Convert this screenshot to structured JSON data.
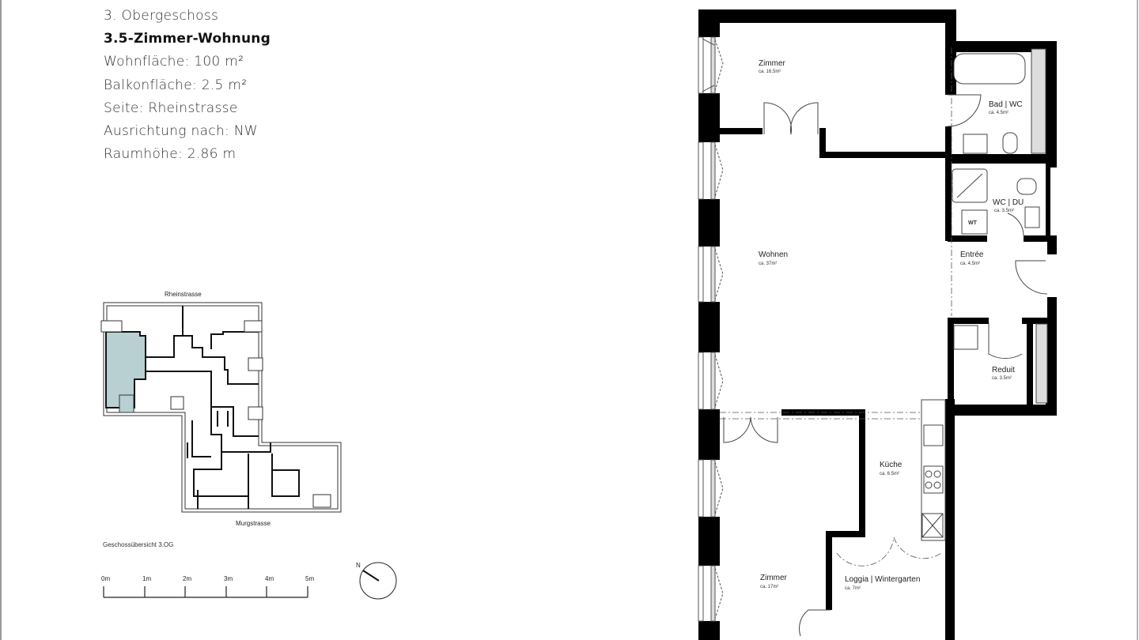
{
  "unit_info": {
    "floor": "3. Obergeschoss",
    "type": "3.5-Zimmer-Wohnung",
    "living_area": "Wohnfläche: 100 m²",
    "balcony_area": "Balkonfläche: 2.5 m²",
    "side": "Seite: Rheinstrasse",
    "orientation": "Ausrichtung nach: NW",
    "ceiling_height": "Raumhöhe: 2.86 m"
  },
  "overview": {
    "street_top": "Rheinstrasse",
    "street_bottom": "Murgstrasse",
    "caption": "Geschossübersicht 3.OG",
    "highlight_color": "#b9d0d3"
  },
  "scale_bar": {
    "ticks": [
      "0m",
      "1m",
      "2m",
      "3m",
      "4m",
      "5m"
    ]
  },
  "compass": {
    "north_label": "N"
  },
  "rooms": [
    {
      "name": "Zimmer",
      "area": "ca. 16.5m²"
    },
    {
      "name": "Bad | WC",
      "area": "ca. 4.5m²"
    },
    {
      "name": "WC | DU",
      "area": "ca. 3.5m²"
    },
    {
      "name": "Wohnen",
      "area": "ca. 37m²"
    },
    {
      "name": "Entrée",
      "area": "ca. 4.5m²"
    },
    {
      "name": "Reduit",
      "area": "ca. 3.5m²"
    },
    {
      "name": "Küche",
      "area": "ca. 6.5m²"
    },
    {
      "name": "Zimmer",
      "area": "ca. 17m²"
    },
    {
      "name": "Loggia | Wintergarten",
      "area": "ca. 7m²"
    }
  ],
  "fixtures": {
    "washer_label": "WT"
  }
}
